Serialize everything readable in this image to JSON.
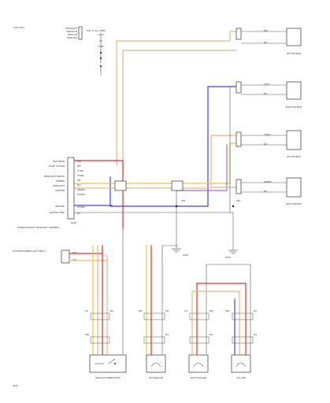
{
  "diagram": {
    "header_text": "1 992 6701",
    "footer_text": "4935",
    "colors": {
      "orange": "#f0b47c",
      "red": "#e03030",
      "blue": "#4040e0",
      "yellow": "#e8c840",
      "tan": "#d8b890",
      "purple": "#a06ad8",
      "black": "#222222",
      "gray": "#777777"
    },
    "top_block": {
      "lines": [
        "HEADLIGHT",
        "SWITCH IN",
        "HEAD OR",
        "PARK POS"
      ],
      "header": "HOT AT ALL TIMES",
      "fuse": "FUSE"
    },
    "main_unit": {
      "inputs": [
        "HIGH BEAM",
        "FLASH TO PASS",
        "HEADLIGHT SWITCH",
        "DIMMER",
        "HEADLIGHT",
        "IGNITION"
      ],
      "lower_inputs": [
        "GROUND",
        "BATTERY FEED"
      ],
      "pins": [
        "BRN",
        "RED",
        "LT GRN",
        "YEL/BLK",
        "TAN",
        "BLK",
        "ORN/BLK",
        "BLK/WHT",
        "WHT/BLU",
        "BLU"
      ],
      "caption": "POWER MODULE (HEADLIGHT ASSEMBLY)",
      "ground_label": "G200"
    },
    "relay_block": {
      "title": "DAYTIME RUNNING LIGHT RELAY",
      "pin_a": "HIGH",
      "pin_b": "LOW"
    },
    "headlamps": [
      {
        "label": "LEFT HIGH BEAM",
        "pin1": "BRN",
        "pin2": "BLK"
      },
      {
        "label": "RIGHT HIGH BEAM",
        "pin1": "LT BLU",
        "pin2": "BLK"
      },
      {
        "label": "LEFT LOW BEAM",
        "pin1": "YEL/BLK",
        "pin2": "BLK"
      },
      {
        "label": "RIGHT LOW BEAM",
        "pin1": "TAN/RED",
        "pin2": "BLK"
      }
    ],
    "splices": [
      {
        "label": "S201"
      },
      {
        "label": "S202"
      }
    ],
    "grounds": [
      {
        "label": "G100"
      },
      {
        "label": "G101"
      }
    ],
    "bottom_modules": [
      {
        "label": "HEADLIGHT DIMMER SWITCH"
      },
      {
        "label": "LEFT HEADLAMP"
      },
      {
        "label": "RIGHT HEADLAMP"
      },
      {
        "label": "FOG LAMP"
      }
    ],
    "bottom_pins": [
      "YEL",
      "BLK",
      "ORN",
      "RED",
      "TAN",
      "BLK",
      "YEL",
      "RED",
      "BLK",
      "ORN",
      "BLU",
      "BLK"
    ]
  }
}
